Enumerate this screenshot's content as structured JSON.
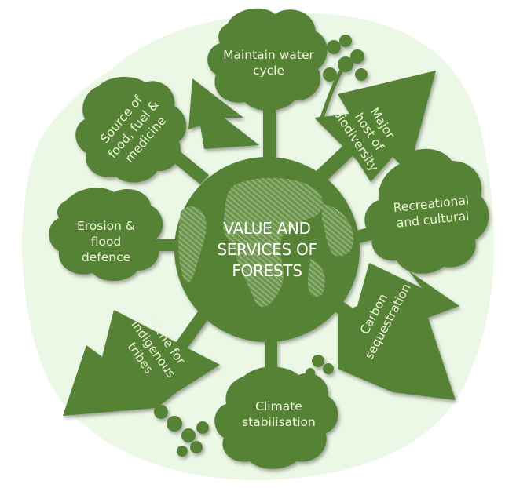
{
  "title": "VALUE AND\nSERVICES OF\nFORESTS",
  "colors": {
    "tree_green": "#548235",
    "background_blob": "#ecf8e6",
    "globe_land": "#8fb072",
    "label_text": "#eef3d6",
    "title_text": "#ffffff"
  },
  "services": [
    {
      "id": "water",
      "label": "Maintain water\ncycle",
      "shape": "broadleaf-tree"
    },
    {
      "id": "biodiversity",
      "label": "Major\nhost of\nbiodiversity",
      "shape": "conifer-tree"
    },
    {
      "id": "recreation",
      "label": "Recreational\nand cultural",
      "shape": "broadleaf-tree"
    },
    {
      "id": "carbon",
      "label": "Carbon\nsequestration",
      "shape": "conifer-tree"
    },
    {
      "id": "climate",
      "label": "Climate\nstabilisation",
      "shape": "broadleaf-tree"
    },
    {
      "id": "tribes",
      "label": "Home for\nindigenous\ntribes",
      "shape": "conifer-tree"
    },
    {
      "id": "erosion",
      "label": "Erosion &\nflood\ndefence",
      "shape": "broadleaf-tree"
    },
    {
      "id": "food",
      "label": "Source of\nfood, fuel &\nmedicine",
      "shape": "broadleaf-tree"
    }
  ]
}
